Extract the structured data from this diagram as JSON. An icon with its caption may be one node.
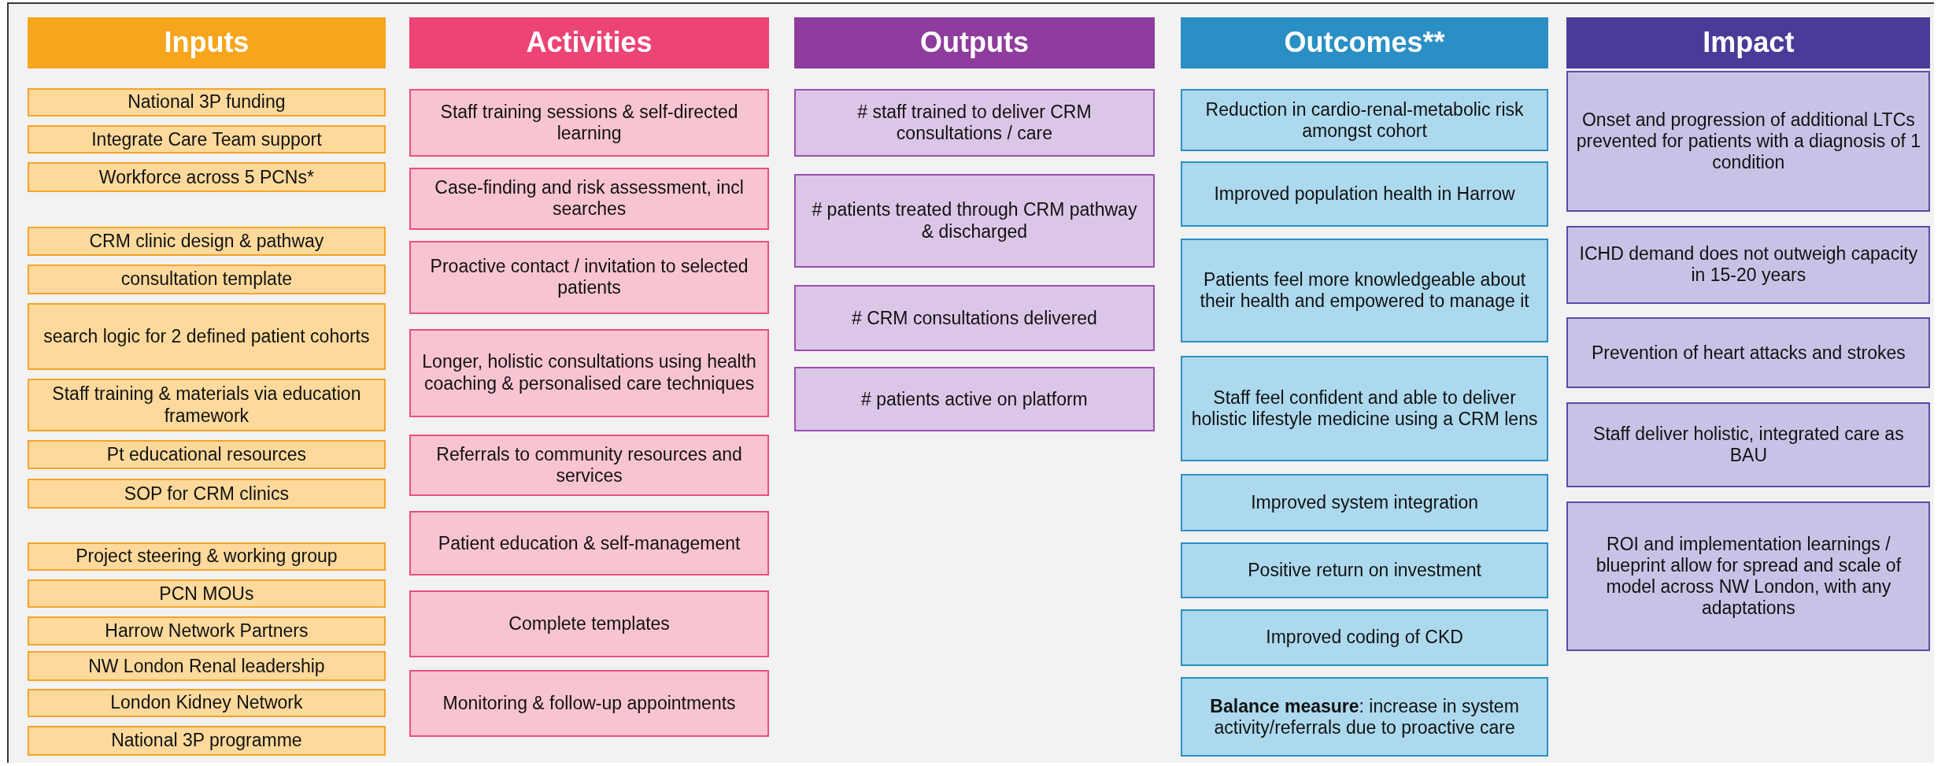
{
  "diagram": {
    "nodes": [
      {
        "text": [
          "Inputs"
        ]
      },
      {
        "text": [
          "National 3P funding"
        ]
      },
      {
        "text": [
          "Integrate Care Team support"
        ]
      },
      {
        "text": [
          "Workforce across 5 PCNs*"
        ]
      },
      {
        "text": [
          "CRM clinic design & pathway"
        ]
      },
      {
        "text": [
          "consultation template"
        ]
      },
      {
        "text": [
          "search logic for 2 defined patient cohorts"
        ]
      },
      {
        "text": [
          "Staff training & materials via education framework"
        ]
      },
      {
        "text": [
          "Pt educational resources"
        ]
      },
      {
        "text": [
          "SOP for CRM clinics"
        ]
      },
      {
        "text": [
          "Project steering & working group"
        ]
      },
      {
        "text": [
          "PCN MOUs"
        ]
      },
      {
        "text": [
          "Harrow Network Partners"
        ]
      },
      {
        "text": [
          "NW London Renal leadership"
        ]
      },
      {
        "text": [
          "London Kidney Network"
        ]
      },
      {
        "text": [
          "National 3P programme"
        ]
      },
      {
        "text": [
          "Activities"
        ]
      },
      {
        "text": [
          "Staff training sessions & self-directed learning"
        ]
      },
      {
        "text": [
          "Case-finding and risk assessment, incl searches"
        ]
      },
      {
        "text": [
          "Proactive contact / invitation to selected patients"
        ]
      },
      {
        "text": [
          "Longer, holistic consultations using health coaching & personalised care techniques"
        ]
      },
      {
        "text": [
          "Referrals to community resources and services"
        ]
      },
      {
        "text": [
          "Patient education & self-management"
        ]
      },
      {
        "text": [
          "Complete templates"
        ]
      },
      {
        "text": [
          "Monitoring & follow-up appointments"
        ]
      },
      {
        "text": [
          "Outputs"
        ]
      },
      {
        "text": [
          "# staff trained to deliver CRM consultations / care"
        ]
      },
      {
        "text": [
          "# patients treated through CRM pathway & discharged"
        ]
      },
      {
        "text": [
          "# CRM consultations delivered"
        ]
      },
      {
        "text": [
          "# patients active on platform"
        ]
      },
      {
        "text": [
          "Outcomes**"
        ]
      },
      {
        "text": [
          "Reduction in cardio-renal-metabolic risk amongst cohort"
        ]
      },
      {
        "text": [
          "Improved population health in Harrow"
        ]
      },
      {
        "text": [
          "Patients feel more knowledgeable about their health and empowered to manage it"
        ]
      },
      {
        "text": [
          "Staff feel confident and able to deliver holistic lifestyle medicine using a CRM lens"
        ]
      },
      {
        "text": [
          "Improved system integration"
        ]
      },
      {
        "text": [
          "Positive return on investment"
        ]
      },
      {
        "text": [
          "Improved coding of CKD"
        ]
      },
      {
        "text": [
          "**Balance measure**: increase in system activity/referrals due to proactive care"
        ]
      },
      {
        "text": [
          "Impact"
        ]
      },
      {
        "text": [
          "Onset and progression of additional LTCs prevented for patients with a diagnosis of 1 condition"
        ]
      },
      {
        "text": [
          "ICHD demand does not outweigh capacity in 15-20 years"
        ]
      },
      {
        "text": [
          "Prevention of heart attacks and strokes"
        ]
      },
      {
        "text": [
          "Staff deliver holistic, integrated care as BAU"
        ]
      },
      {
        "text": [
          "ROI and implementation learnings / blueprint allow for spread and scale of model across NW London, with any adaptations"
        ]
      }
    ],
    "edges": []
  }
}
